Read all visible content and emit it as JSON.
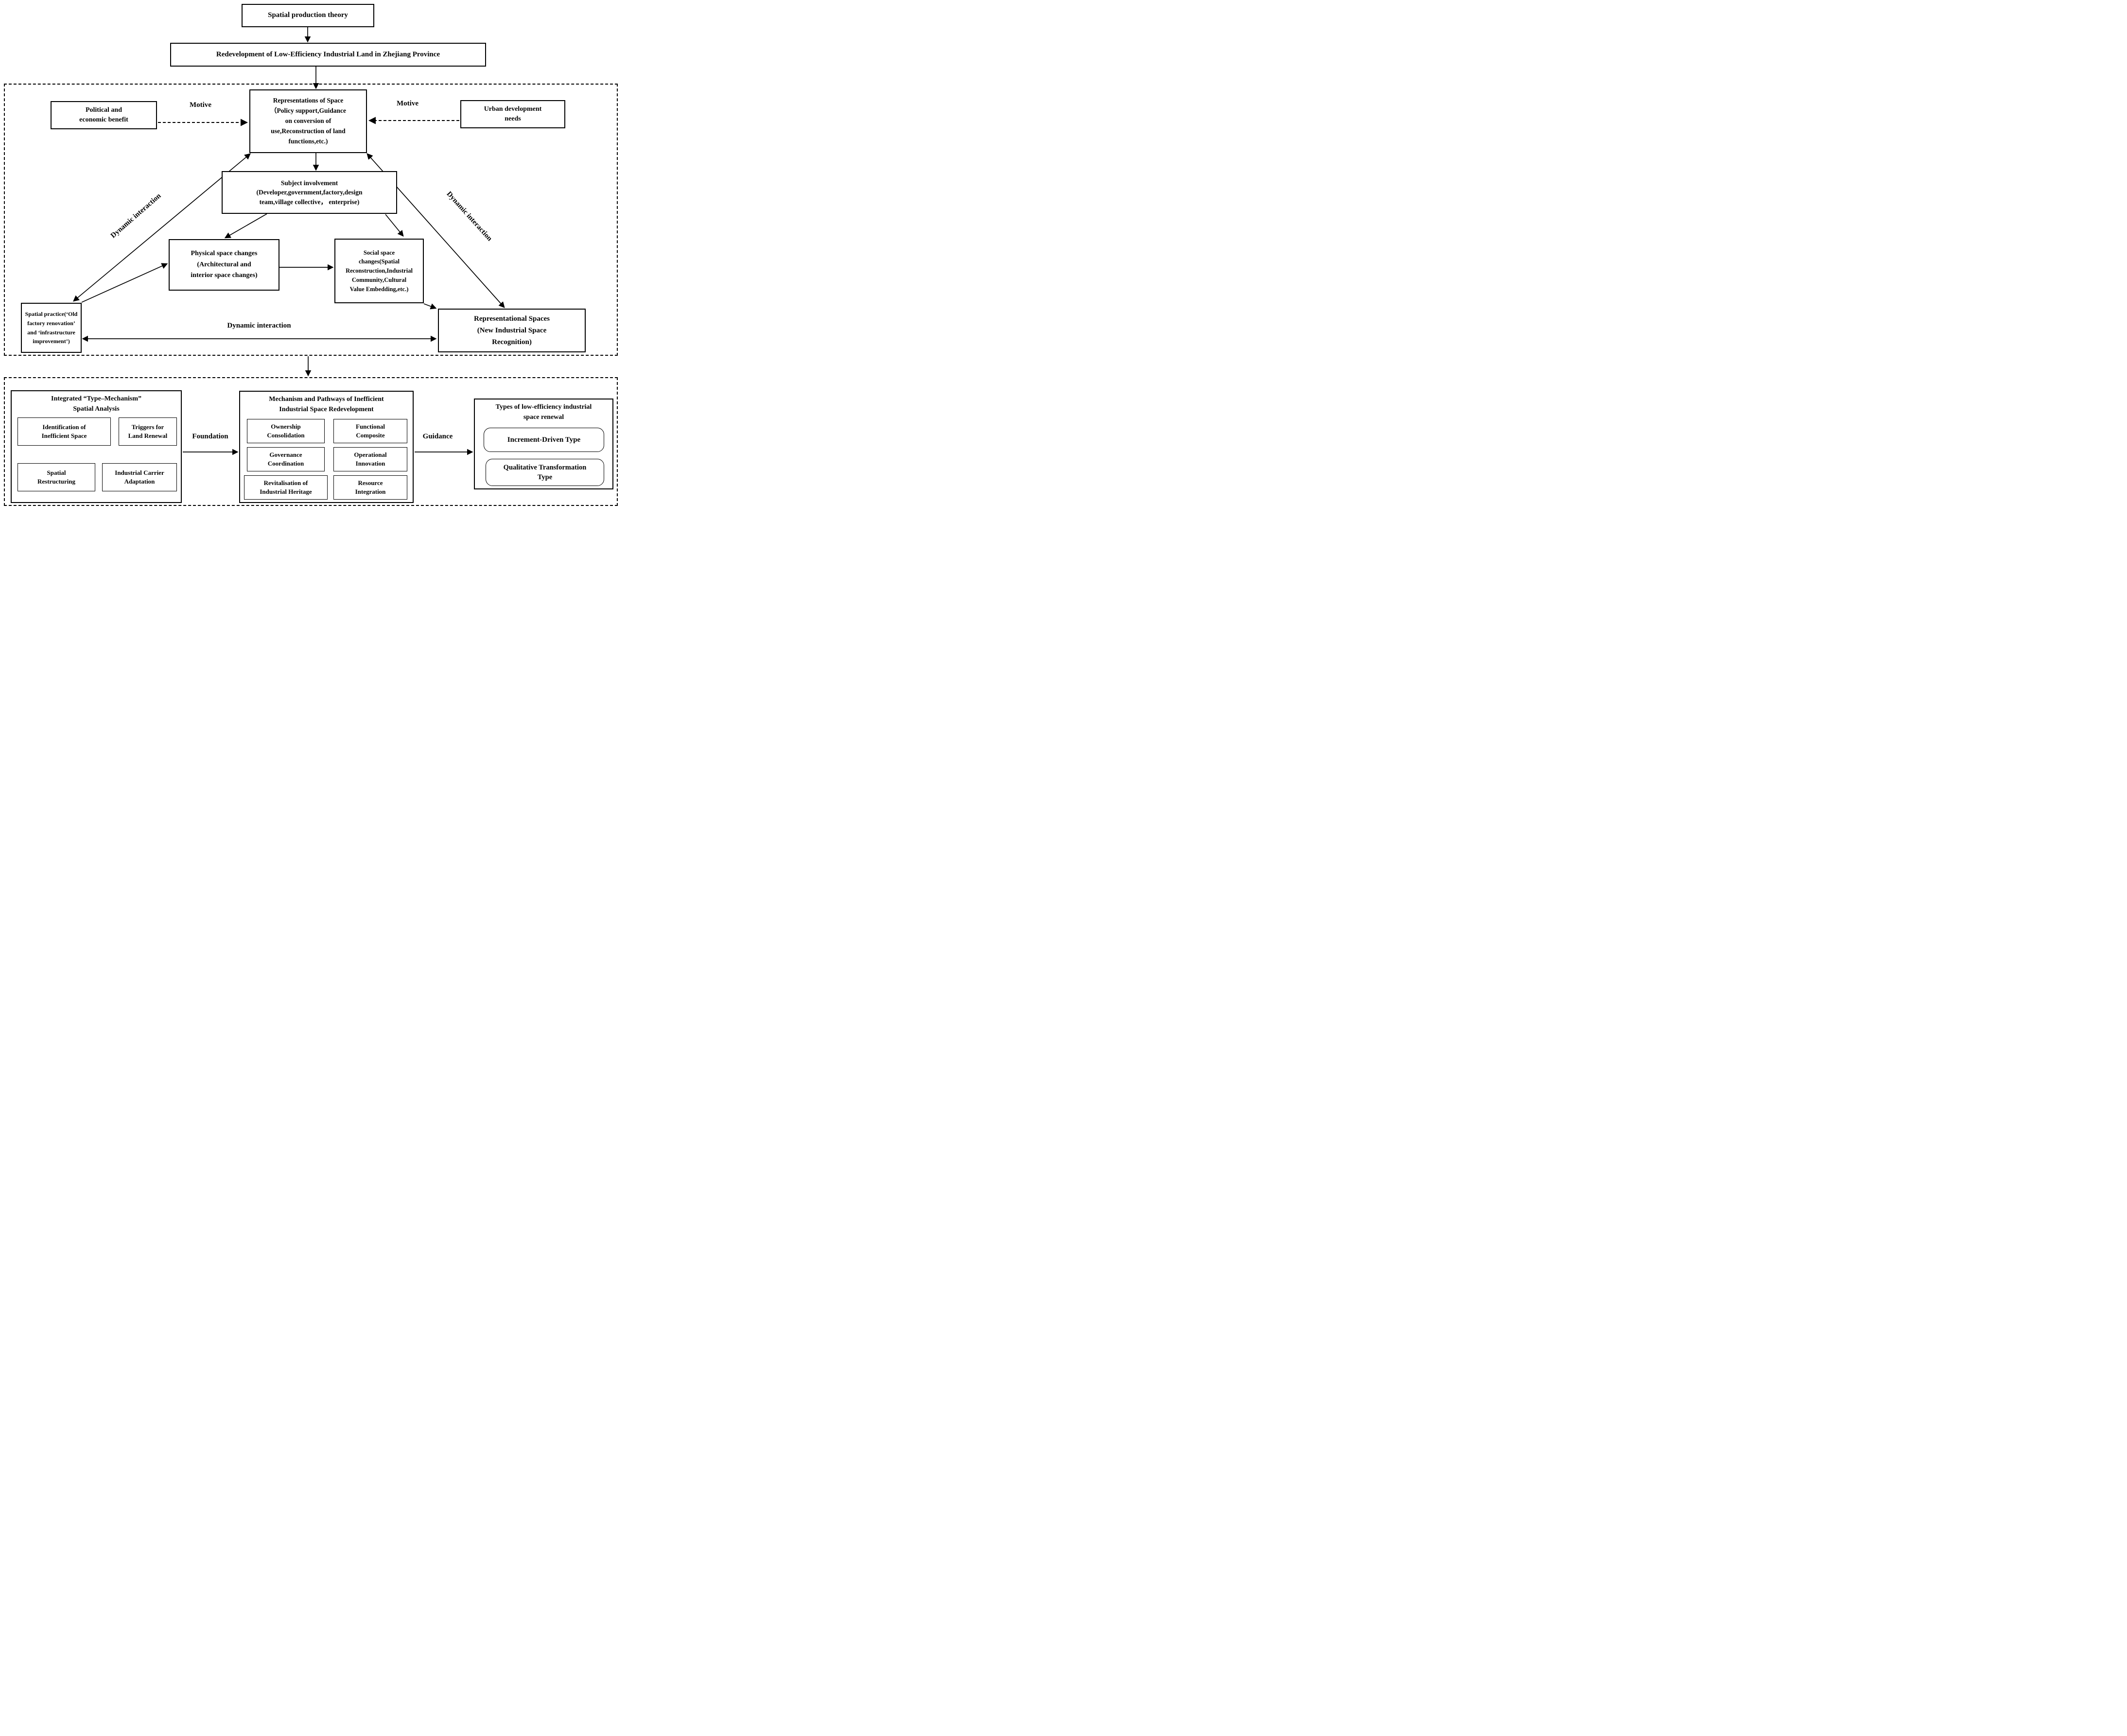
{
  "diagram": {
    "colors": {
      "ink": "#000000",
      "paper": "#ffffff"
    },
    "top": {
      "theory": "Spatial production theory",
      "redevelopment": "Redevelopment of Low-Efficiency Industrial Land in Zhejiang Province"
    },
    "production_of_space": {
      "representations": "Representations of Space\n（Policy support,Guidance\non conversion of\nuse,Reconstruction of land\nfunctions,etc.)",
      "political_benefit": "Political and\neconomic benefit",
      "urban_needs": "Urban development\nneeds",
      "motive_left": "Motive",
      "motive_right": "Motive",
      "subject_involvement": "Subject involvement\n(Developer,government,factory,design\nteam,village collective， enterprise)",
      "physical_changes": "Physical space changes\n(Architectural and\ninterior space changes)",
      "social_changes": "Social space\nchanges(Spatial\nReconstruction,Industrial\nCommunity,Cultural\nValue Embedding,etc.)",
      "spatial_practice": "Spatial practice(‘Old\nfactory renovation’\nand ‘infrastructure\nimprovement’)",
      "representational_spaces": "Representational Spaces\n(New Industrial Space\nRecognition)",
      "dynamic_left": "Dynamic interaction",
      "dynamic_right": "Dynamic interaction",
      "dynamic_center": "Dynamic interaction"
    },
    "analysis": {
      "integrated": {
        "title": "Integrated “Type–Mechanism”\nSpatial Analysis",
        "items": [
          "Identification of\nInefficient Space",
          "Triggers for\nLand Renewal",
          "Spatial\nRestructuring",
          "Industrial Carrier\nAdaptation"
        ]
      },
      "foundation": "Foundation",
      "mechanism": {
        "title": "Mechanism and Pathways of Inefficient\nIndustrial Space Redevelopment",
        "items": [
          "Ownership\nConsolidation",
          "Functional\nComposite",
          "Governance\nCoordination",
          "Operational\nInnovation",
          "Revitalisation of\nIndustrial Heritage",
          "Resource\nIntegration"
        ]
      },
      "guidance": "Guidance",
      "types": {
        "title": "Types of low-efficiency industrial\nspace renewal",
        "items": [
          "Increment-Driven Type",
          "Qualitative Transformation\nType"
        ]
      }
    }
  }
}
